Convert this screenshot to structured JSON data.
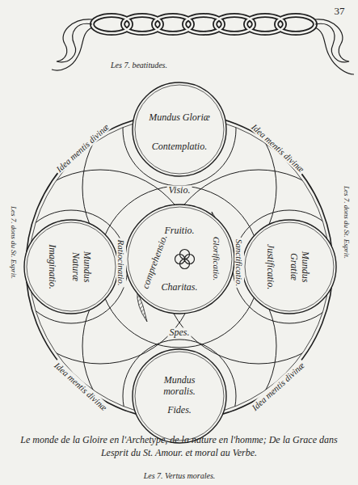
{
  "diagram": {
    "caption": "Le monde de la Gloire en l'Archetype, de la nature en l'homme; De la Grace dans Lesprit du St. Amour. et moral au Verbe.",
    "nodes": [
      {
        "text": [
          "Mundus Gloriæ",
          "Contemplatio."
        ]
      },
      {
        "text": [
          "Mundus Naturæ",
          "Imaginatio."
        ]
      },
      {
        "text": [
          "Fruitio.",
          "comprehensio.",
          "Charitas."
        ]
      },
      {
        "text": [
          "Mundus Gratiæ",
          "Justificatio."
        ]
      },
      {
        "text": [
          "Mundus moralis.",
          "Fides."
        ]
      }
    ],
    "labels": [
      "37",
      "Les 7. beatitudes.",
      "Idea mentis divinæ",
      "Idea mentis divinæ",
      "Les 7. dons du St. Esprit.",
      "Les 7. dons du St. Esprit.",
      "Visio.",
      "Ratiocinatio.",
      "Glorificatio.",
      "Sanctificatio.",
      "Spes.",
      "Idea mentis divinæ",
      "Idea mentis divinæ",
      "Les 7. Vertus morales."
    ]
  }
}
